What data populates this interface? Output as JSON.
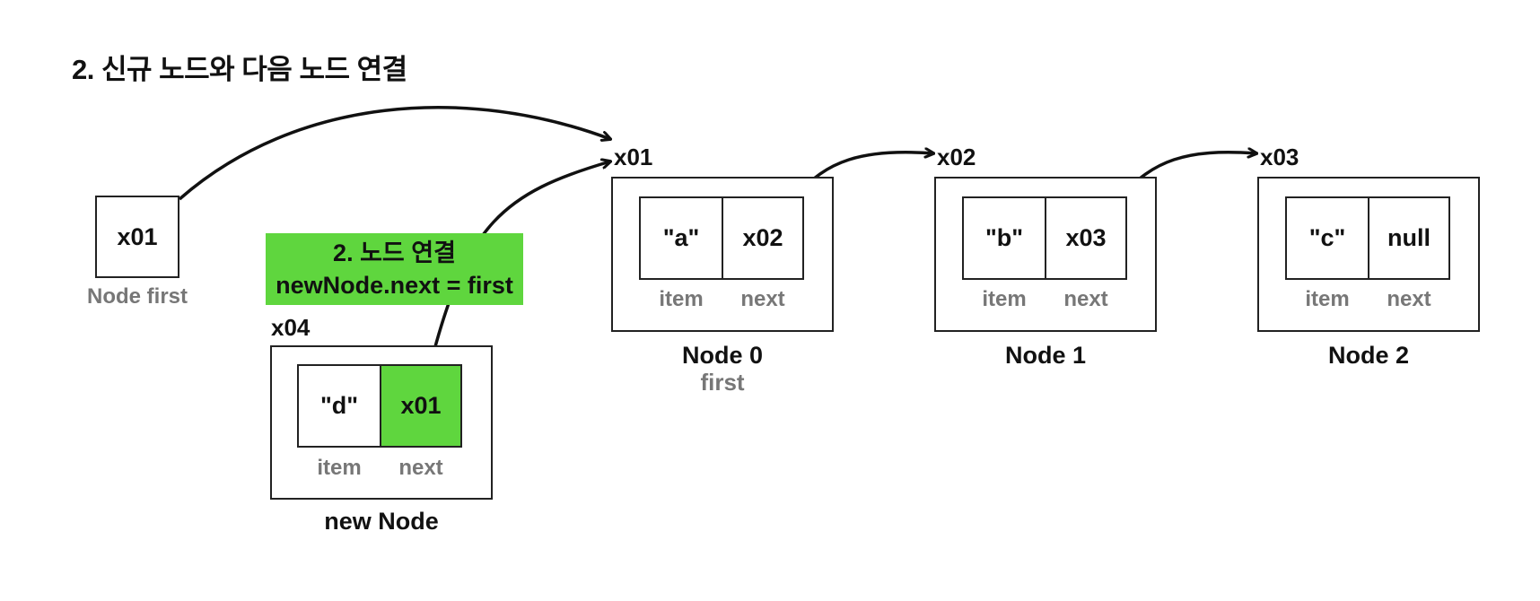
{
  "title": "2. 신규 노드와 다음 노드 연결",
  "first_ref": {
    "value": "x01",
    "label": "Node first"
  },
  "note": {
    "line1": "2. 노드 연결",
    "line2": "newNode.next = first",
    "color": "#5fd63e"
  },
  "new_node": {
    "address": "x04",
    "item": "\"d\"",
    "next": "x01",
    "item_label": "item",
    "next_label": "next",
    "name": "new Node"
  },
  "nodes": [
    {
      "address": "x01",
      "item": "\"a\"",
      "next": "x02",
      "item_label": "item",
      "next_label": "next",
      "name": "Node 0",
      "sub": "first"
    },
    {
      "address": "x02",
      "item": "\"b\"",
      "next": "x03",
      "item_label": "item",
      "next_label": "next",
      "name": "Node 1"
    },
    {
      "address": "x03",
      "item": "\"c\"",
      "next": "null",
      "item_label": "item",
      "next_label": "next",
      "name": "Node 2"
    }
  ]
}
